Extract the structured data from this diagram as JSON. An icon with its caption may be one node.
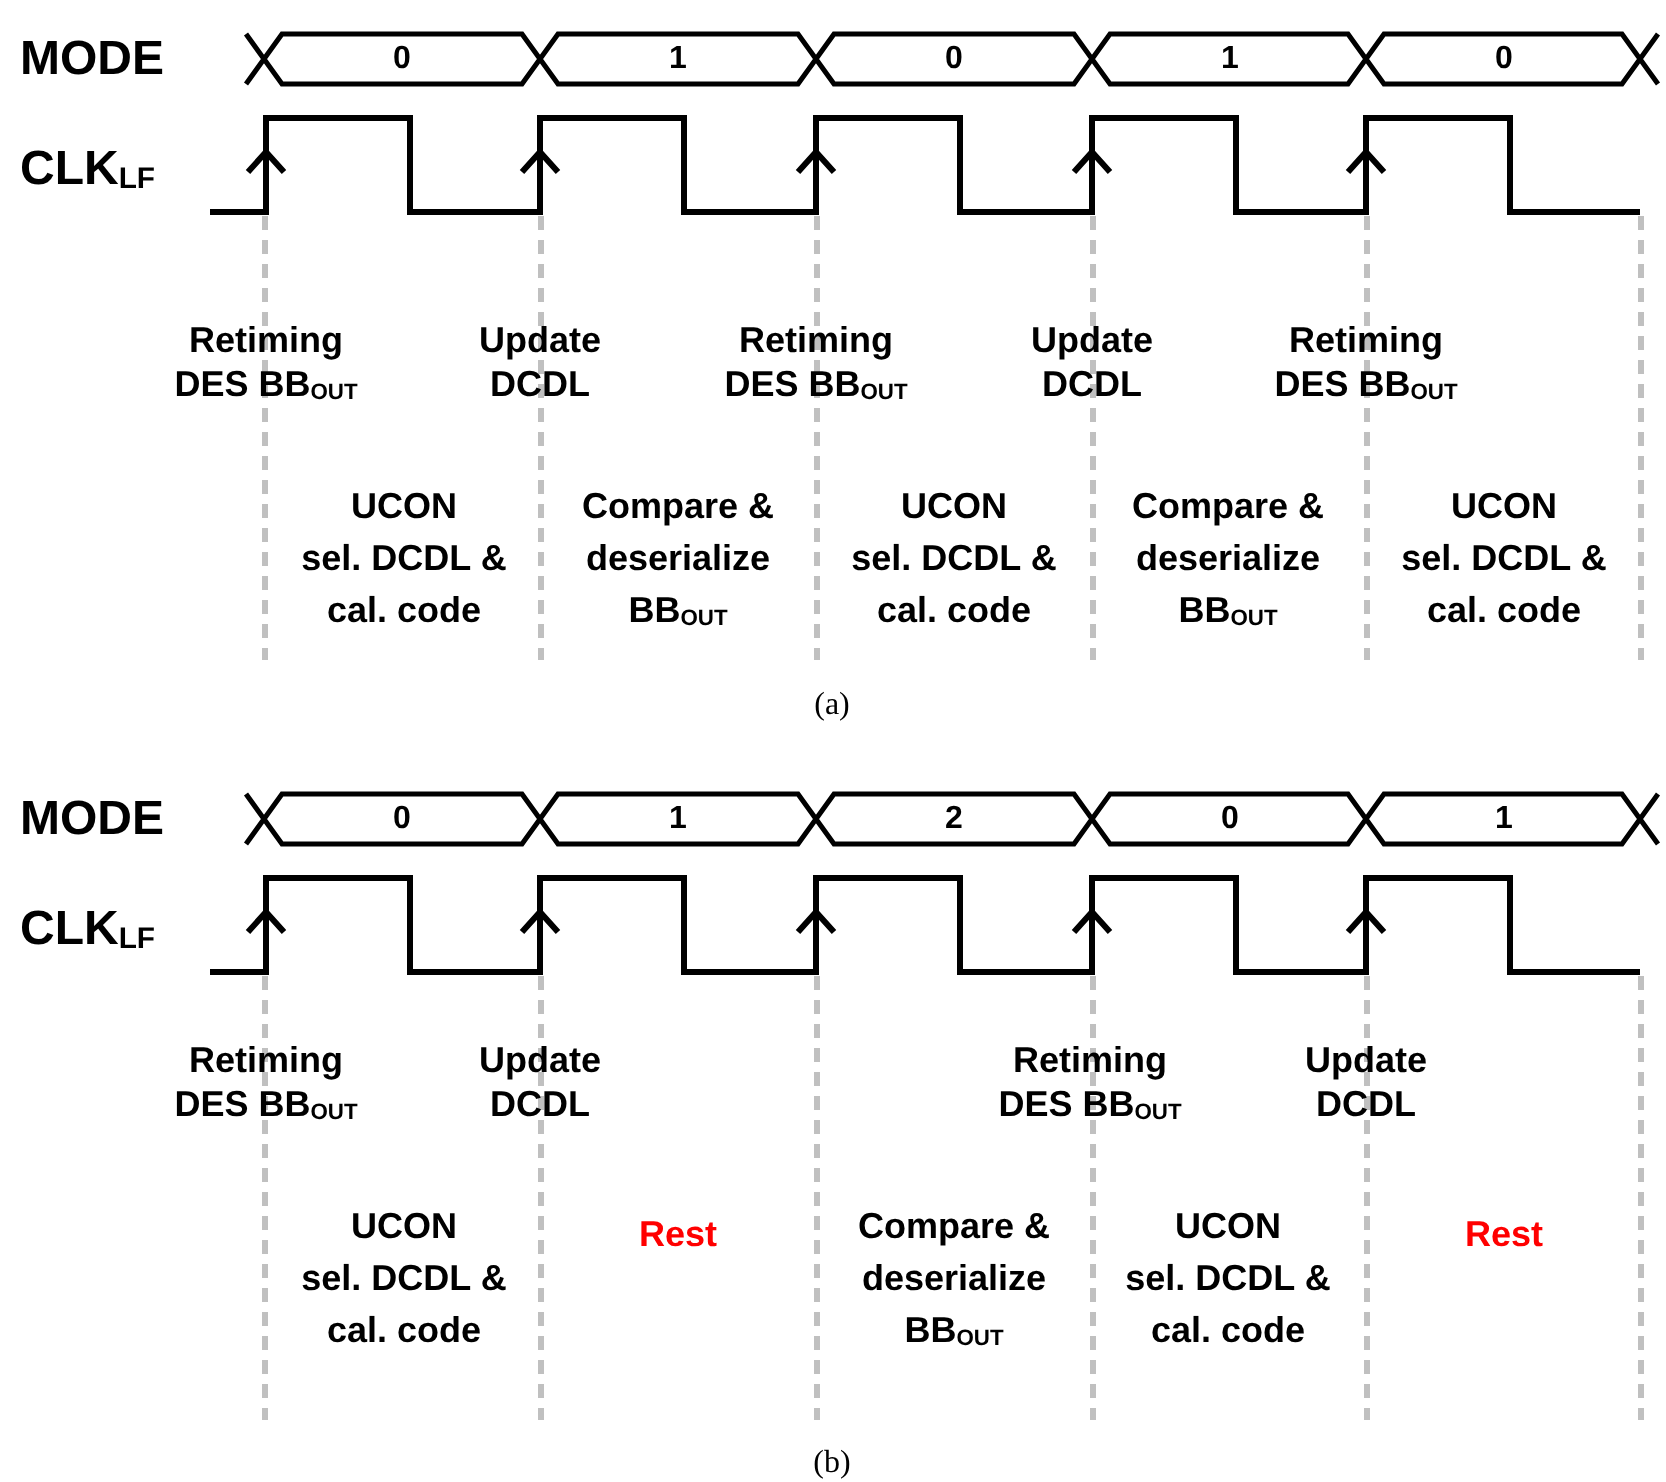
{
  "diagram": {
    "labels": [
      "MODE",
      "0",
      "1",
      "0",
      "1",
      "0",
      "CLK$_{LF}$",
      "Retiming DES BB$_{OUT}$",
      "Update DCDL",
      "Retiming DES BB$_{OUT}$",
      "Update DCDL",
      "Retiming DES BB$_{OUT}$",
      "UCON",
      "sel. DCDL & cal. code",
      "Compare & deserialize BB$_{OUT}$",
      "UCON",
      "sel. DCDL & cal. code",
      "Compare & deserialize BB$_{OUT}$",
      "UCON",
      "sel. DCDL & cal. code",
      "(a)",
      "MODE",
      "0",
      "1",
      "2",
      "0",
      "1",
      "CLK$_{LF}$",
      "Retiming DES BB$_{OUT}$",
      "Update DCDL",
      "Retiming DES BB$_{OUT}$",
      "Update DCDL",
      "UCON",
      "sel. DCDL & cal. code",
      "Rest",
      "Compare & deserialize BB$_{OUT}$",
      "UCON",
      "sel. DCDL & cal. code",
      "Rest",
      "(b)"
    ]
  }
}
